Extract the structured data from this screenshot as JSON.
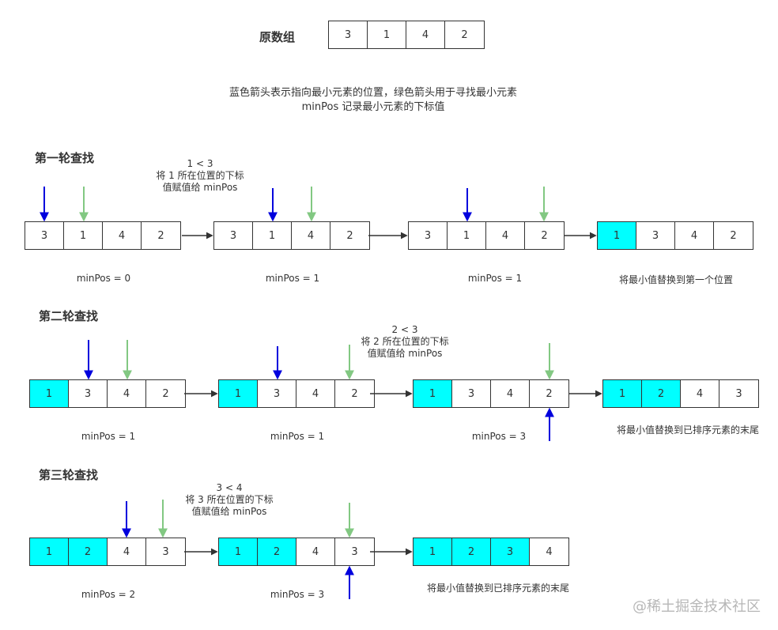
{
  "header": {
    "title": "原数组",
    "array": [
      "3",
      "1",
      "4",
      "2"
    ],
    "legend_line1": "蓝色箭头表示指向最小元素的位置，绿色箭头用于寻找最小元素",
    "legend_line2": "minPos 记录最小元素的下标值"
  },
  "colors": {
    "highlight": "#00ffff",
    "blue_arrow": "#0000dd",
    "green_arrow": "#82c882",
    "connector": "#333333"
  },
  "rounds": [
    {
      "title": "第一轮查找",
      "steps": [
        {
          "cells": [
            "3",
            "1",
            "4",
            "2"
          ],
          "highlighted": [
            false,
            false,
            false,
            false
          ],
          "caption": "minPos = 0"
        },
        {
          "cells": [
            "3",
            "1",
            "4",
            "2"
          ],
          "highlighted": [
            false,
            false,
            false,
            false
          ],
          "caption": "minPos = 1"
        },
        {
          "cells": [
            "3",
            "1",
            "4",
            "2"
          ],
          "highlighted": [
            false,
            false,
            false,
            false
          ],
          "caption": "minPos = 1"
        },
        {
          "cells": [
            "1",
            "3",
            "4",
            "2"
          ],
          "highlighted": [
            true,
            false,
            false,
            false
          ],
          "caption": "将最小值替换到第一个位置"
        }
      ],
      "note": [
        "1 < 3",
        "将 1 所在位置的下标",
        "值赋值给 minPos"
      ]
    },
    {
      "title": "第二轮查找",
      "steps": [
        {
          "cells": [
            "1",
            "3",
            "4",
            "2"
          ],
          "highlighted": [
            true,
            false,
            false,
            false
          ],
          "caption": "minPos = 1"
        },
        {
          "cells": [
            "1",
            "3",
            "4",
            "2"
          ],
          "highlighted": [
            true,
            false,
            false,
            false
          ],
          "caption": "minPos = 1"
        },
        {
          "cells": [
            "1",
            "3",
            "4",
            "2"
          ],
          "highlighted": [
            true,
            false,
            false,
            false
          ],
          "caption": "minPos = 3"
        },
        {
          "cells": [
            "1",
            "2",
            "4",
            "3"
          ],
          "highlighted": [
            true,
            true,
            false,
            false
          ],
          "caption": "将最小值替换到已排序元素的末尾"
        }
      ],
      "note": [
        "2 < 3",
        "将 2 所在位置的下标",
        "值赋值给 minPos"
      ]
    },
    {
      "title": "第三轮查找",
      "steps": [
        {
          "cells": [
            "1",
            "2",
            "4",
            "3"
          ],
          "highlighted": [
            true,
            true,
            false,
            false
          ],
          "caption": "minPos = 2"
        },
        {
          "cells": [
            "1",
            "2",
            "4",
            "3"
          ],
          "highlighted": [
            true,
            true,
            false,
            false
          ],
          "caption": "minPos = 3"
        },
        {
          "cells": [
            "1",
            "2",
            "3",
            "4"
          ],
          "highlighted": [
            true,
            true,
            true,
            false
          ],
          "caption": "将最小值替换到已排序元素的末尾"
        }
      ],
      "note": [
        "3 < 4",
        "将 3 所在位置的下标",
        "值赋值给 minPos"
      ]
    }
  ],
  "watermark": "@稀土掘金技术社区"
}
